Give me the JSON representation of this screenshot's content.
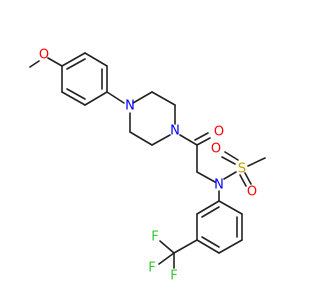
{
  "molecule": {
    "atoms": {
      "o_methoxy": "O",
      "n_pip_top": "N",
      "n_pip_bottom": "N",
      "o_carbonyl": "O",
      "n_sulfonamide": "N",
      "s_sulfonyl": "S",
      "o_sulfonyl_left": "O",
      "o_sulfonyl_bottom": "O",
      "f_1": "F",
      "f_2": "F",
      "f_3": "F"
    }
  },
  "colors": {
    "bond": "#222222",
    "oxygen": "#ff0000",
    "nitrogen": "#0000ff",
    "sulfur": "#c8a000",
    "fluorine": "#33cc33"
  }
}
